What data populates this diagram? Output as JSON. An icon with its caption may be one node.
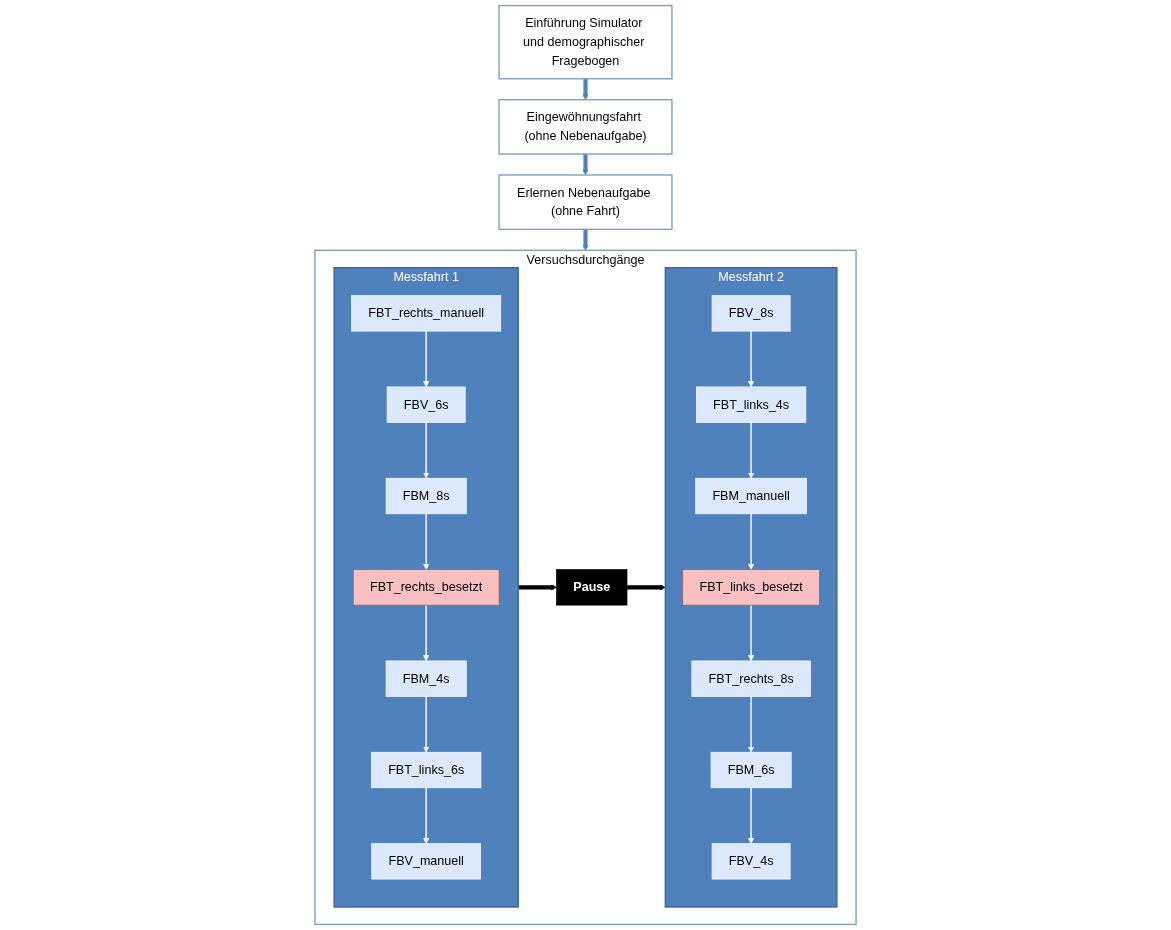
{
  "diagram": {
    "nodes": [
      {
        "text": [
          "Einführung Simulator und demographischer Fragebogen"
        ]
      },
      {
        "text": [
          "Eingewöhnungsfahrt (ohne Nebenaufgabe)"
        ]
      },
      {
        "text": [
          "Erlernen Nebenaufgabe (ohne Fahrt)"
        ]
      },
      {
        "text": [
          "Versuchsdurchgänge"
        ]
      },
      {
        "text": [
          "Messfahrt 1"
        ],
        "in": 3
      },
      {
        "text": [
          "FBT_rechts_manuell"
        ],
        "in": 4
      },
      {
        "text": [
          "FBV_6s"
        ],
        "in": 4
      },
      {
        "text": [
          "FBM_8s"
        ],
        "in": 4
      },
      {
        "text": [
          "FBT_rechts_besetzt"
        ],
        "in": 4
      },
      {
        "text": [
          "FBM_4s"
        ],
        "in": 4
      },
      {
        "text": [
          "FBT_links_6s"
        ],
        "in": 4
      },
      {
        "text": [
          "FBV_manuell"
        ],
        "in": 4
      },
      {
        "text": [
          "Pause"
        ],
        "in": 3
      },
      {
        "text": [
          "Messfahrt 2"
        ],
        "in": 3
      },
      {
        "text": [
          "FBV_8s"
        ],
        "in": 13
      },
      {
        "text": [
          "FBT_links_4s"
        ],
        "in": 13
      },
      {
        "text": [
          "FBM_manuell"
        ],
        "in": 13
      },
      {
        "text": [
          "FBT_links_besetzt"
        ],
        "in": 13
      },
      {
        "text": [
          "FBT_rechts_8s"
        ],
        "in": 13
      },
      {
        "text": [
          "FBM_6s"
        ],
        "in": 13
      },
      {
        "text": [
          "FBV_4s"
        ],
        "in": 13
      }
    ],
    "edges": [
      {
        "from": 0,
        "to": 1,
        "arrow": "to",
        "style": "thick",
        "color": "#4f81bd"
      },
      {
        "from": 1,
        "to": 2,
        "arrow": "to",
        "style": "thick",
        "color": "#4f81bd"
      },
      {
        "from": 2,
        "to": 3,
        "arrow": "to",
        "style": "thick",
        "color": "#4f81bd"
      },
      {
        "from": 5,
        "to": 6,
        "arrow": "to"
      },
      {
        "from": 6,
        "to": 7,
        "arrow": "to"
      },
      {
        "from": 7,
        "to": 8,
        "arrow": "to"
      },
      {
        "from": 8,
        "to": 9,
        "arrow": "to"
      },
      {
        "from": 9,
        "to": 10,
        "arrow": "to"
      },
      {
        "from": 10,
        "to": 11,
        "arrow": "to"
      },
      {
        "from": 4,
        "to": 12,
        "arrow": "to",
        "style": "thick",
        "color": "#000000"
      },
      {
        "from": 12,
        "to": 13,
        "arrow": "to",
        "style": "thick",
        "color": "#000000"
      },
      {
        "from": 14,
        "to": 15,
        "arrow": "to"
      },
      {
        "from": 15,
        "to": 16,
        "arrow": "to"
      },
      {
        "from": 16,
        "to": 17,
        "arrow": "to"
      },
      {
        "from": 17,
        "to": 18,
        "arrow": "to"
      },
      {
        "from": 18,
        "to": 19,
        "arrow": "to"
      },
      {
        "from": 19,
        "to": 20,
        "arrow": "to"
      }
    ]
  }
}
